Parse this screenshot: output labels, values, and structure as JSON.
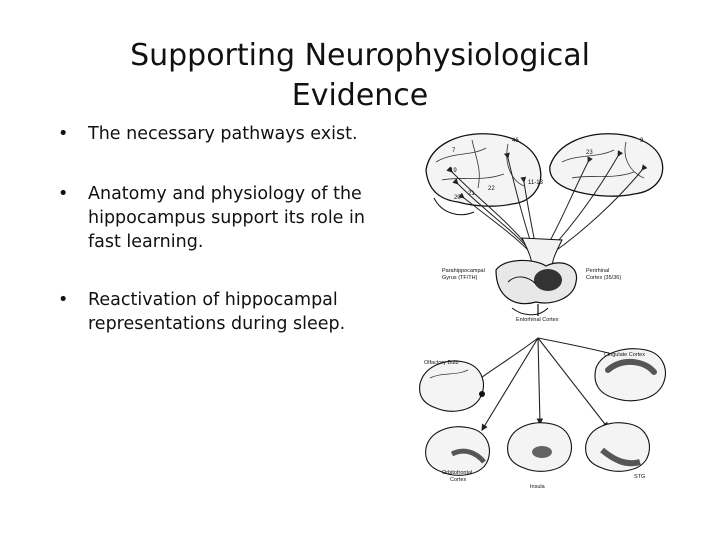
{
  "slide": {
    "title": "Supporting Neurophysiological Evidence",
    "bullets": [
      {
        "marker": "•",
        "text": "The necessary pathways exist."
      },
      {
        "marker": "•",
        "text": "Anatomy and physiology of the hippocampus support its role in fast learning."
      },
      {
        "marker": "•",
        "text": "Reactivation of hippocampal representations during sleep."
      }
    ]
  },
  "figure": {
    "area_labels": {
      "a46": "46",
      "a7": "7",
      "a19": "19",
      "a20": "20",
      "a21": "21",
      "a22": "22",
      "a11_13": "11-13",
      "a9": "9",
      "a23": "23"
    },
    "region_labels": {
      "parahippocampal_1": "Parahippocampal",
      "parahippocampal_2": "Gyrus (TF/TH)",
      "perirhinal_1": "Perirhinal",
      "perirhinal_2": "Cortex (35/36)",
      "entorhinal": "Entorhinal Cortex",
      "olfactory": "Olfactory Bulb",
      "cingulate": "Cingulate Cortex",
      "orbitofrontal_1": "Orbitofrontal",
      "orbitofrontal_2": "Cortex",
      "insula": "Insula",
      "stg": "STG"
    }
  }
}
